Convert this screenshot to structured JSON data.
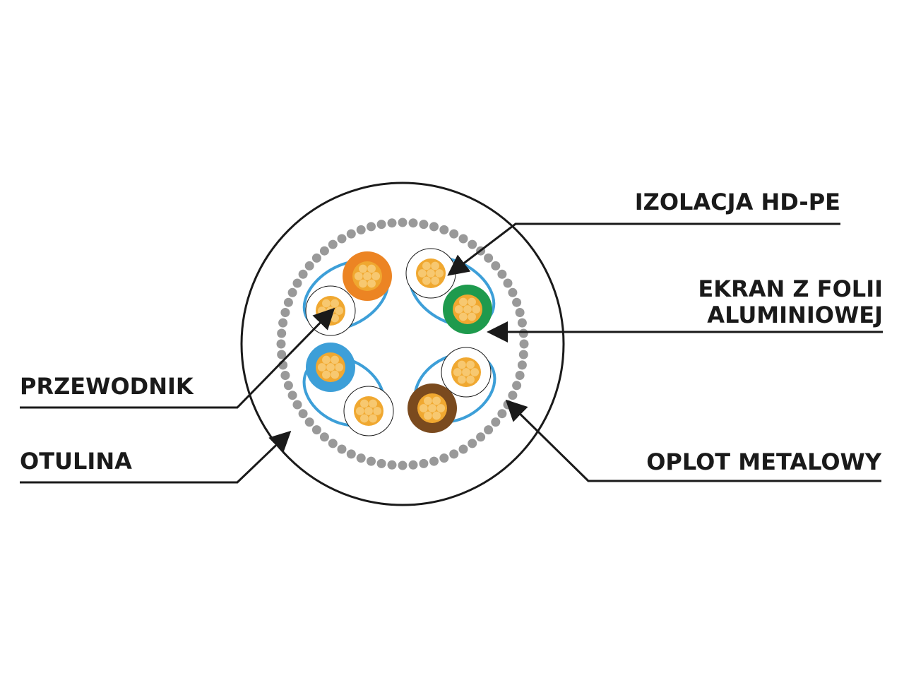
{
  "labels": {
    "insulation": "IZOLACJA HD-PE",
    "foil_shield_line1": "EKRAN Z FOLII",
    "foil_shield_line2": "ALUMINIOWEJ",
    "conductor": "PRZEWODNIK",
    "jacket": "OTULINA",
    "braid": "OPLOT METALOWY"
  },
  "colors": {
    "outline": "#1a1a1a",
    "foil": "#3d9fd8",
    "braid": "#999999",
    "copper": "#f0a830",
    "copper_strand": "#f7c870",
    "orange": "#ec8423",
    "green": "#1e9a4d",
    "blue": "#3d9fd8",
    "brown": "#7a4a1e",
    "white_insulation": "#ffffff"
  },
  "pairs": [
    {
      "name": "orange-pair",
      "colored": "orange"
    },
    {
      "name": "green-pair",
      "colored": "green"
    },
    {
      "name": "blue-pair",
      "colored": "blue"
    },
    {
      "name": "brown-pair",
      "colored": "brown"
    }
  ]
}
